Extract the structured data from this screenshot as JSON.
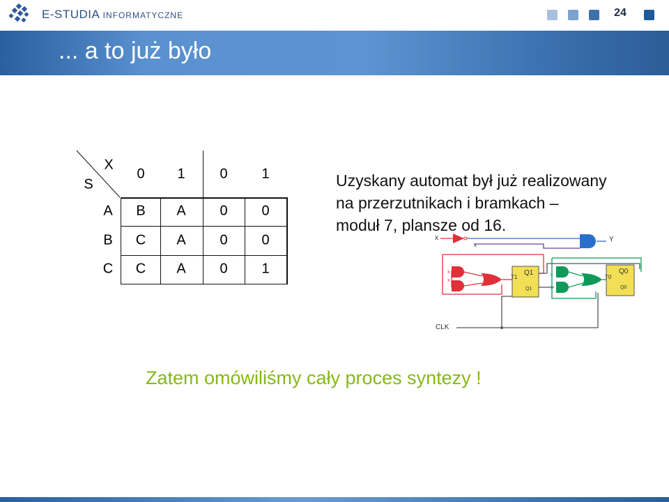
{
  "header": {
    "brand_main": "E-STUDIA",
    "brand_sub": "INFORMATYCZNE",
    "page_number": "24",
    "nav_colors": [
      "#a7c0dd",
      "#7aa3cf",
      "#3e72ad",
      "#1e5a99"
    ]
  },
  "slide": {
    "title": "... a to już było"
  },
  "state_table": {
    "corner_top": "X",
    "corner_left": "S",
    "columns": [
      "0",
      "1",
      "0",
      "1"
    ],
    "rows": [
      {
        "state": "A",
        "cells": [
          "B",
          "A",
          "0",
          "0"
        ]
      },
      {
        "state": "B",
        "cells": [
          "C",
          "A",
          "0",
          "0"
        ]
      },
      {
        "state": "C",
        "cells": [
          "C",
          "A",
          "0",
          "1"
        ]
      }
    ]
  },
  "description": {
    "lines": [
      "Uzyskany automat był już realizowany",
      "na przerzutnikach i bramkach –",
      "moduł 7, plansze od 16."
    ]
  },
  "circuit": {
    "labels": {
      "x": "x",
      "y": "Y",
      "clk": "CLK",
      "ff1_out": "Q1",
      "ff1_out_neg": "Q1",
      "ff1_in": "T1",
      "ff0_out": "Q0",
      "ff0_out_neg": "Q0",
      "ff0_in": "T0",
      "x_neg": "x",
      "x_in": "x"
    },
    "colors": {
      "red": "#e0303a",
      "green": "#0f9a5a",
      "blue": "#2a6fcc",
      "yellow": "#f2df55",
      "wire": "#555555",
      "purple": "#6a3ea1"
    }
  },
  "conclusion": "Zatem omówiliśmy cały proces syntezy !"
}
